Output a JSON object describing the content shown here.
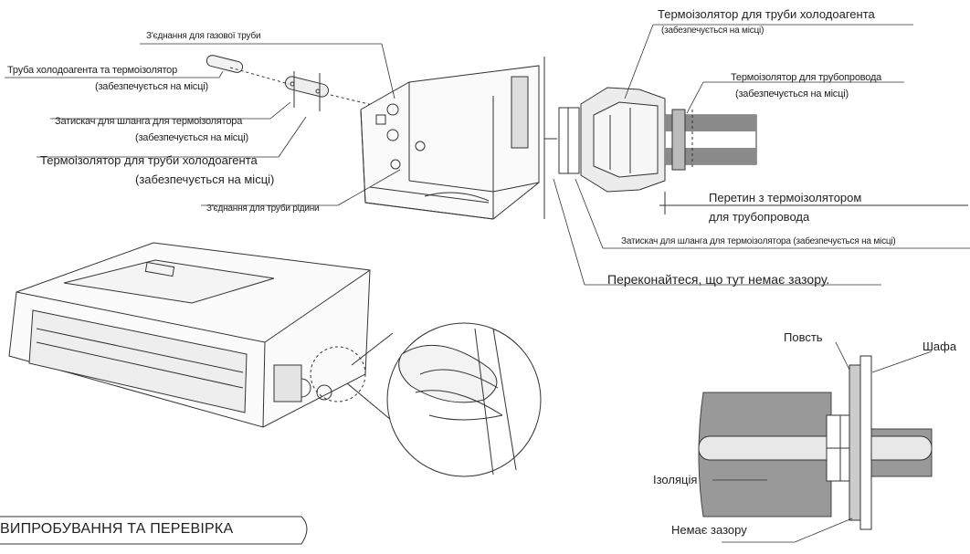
{
  "labels": {
    "gas_pipe_joint": "З'єднання для газової труби",
    "refrigerant_pipe_insulation": "Труба холодоагента та термоізолятор",
    "provided_on_site_1": "(забезпечується на місці)",
    "hose_clamp": "Затискач для шланга для термоізолятора",
    "provided_on_site_2": "(забезпечується на місці)",
    "insulator_refrigerant_pipe_left": "Термоізолятор для труби холодоагента",
    "provided_on_site_3": "(забезпечується на місці)",
    "liquid_pipe_joint": "З'єднання для труби рідини",
    "insulator_refrigerant_pipe_right": "Термоізолятор для труби холодоагента",
    "provided_on_site_4": "(забезпечується на місці)",
    "insulator_pipeline": "Термоізолятор для трубопровода",
    "provided_on_site_5": "(забезпечується на місці)",
    "overlap_line1": "Перетин з термоізолятором",
    "overlap_line2": "для трубопровода",
    "hose_clamp_right": "Затискач для шланга для термоізолятора (забезпечується на місці)",
    "no_gap_check": "Переконайтеся, що тут немає зазору.",
    "felt": "Повсть",
    "cabinet": "Шафа",
    "insulation": "Ізоляція",
    "no_gap": "Немає зазору"
  },
  "section": {
    "title": "ВИПРОБУВАННЯ ТА ПЕРЕВІРКА"
  }
}
